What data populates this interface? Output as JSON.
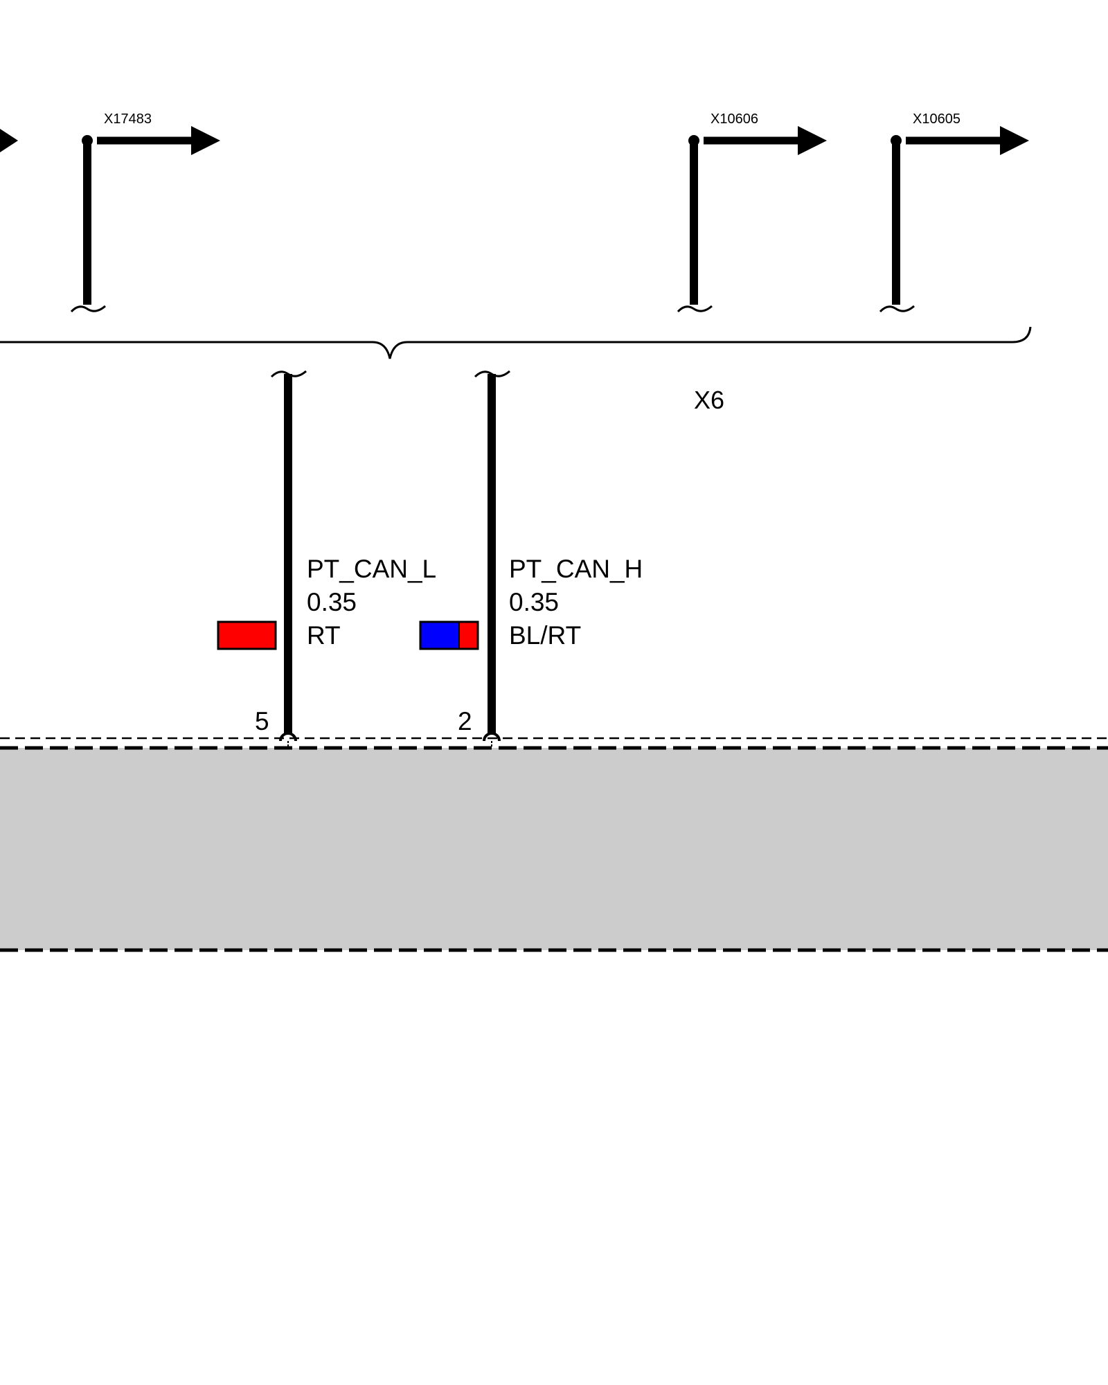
{
  "connectors": [
    {
      "id": "X17483"
    },
    {
      "id": "X10606"
    },
    {
      "id": "X10605"
    }
  ],
  "connector_label": "X6",
  "wires": [
    {
      "signal": "PT_CAN_L",
      "gauge": "0.35",
      "color_code": "RT",
      "pin": "5",
      "colors": [
        "#ff0000"
      ]
    },
    {
      "signal": "PT_CAN_H",
      "gauge": "0.35",
      "color_code": "BL/RT",
      "pin": "2",
      "colors": [
        "#0000ff",
        "#ff0000"
      ]
    }
  ],
  "palette": {
    "line": "#000000",
    "component_fill": "#cccccc"
  }
}
